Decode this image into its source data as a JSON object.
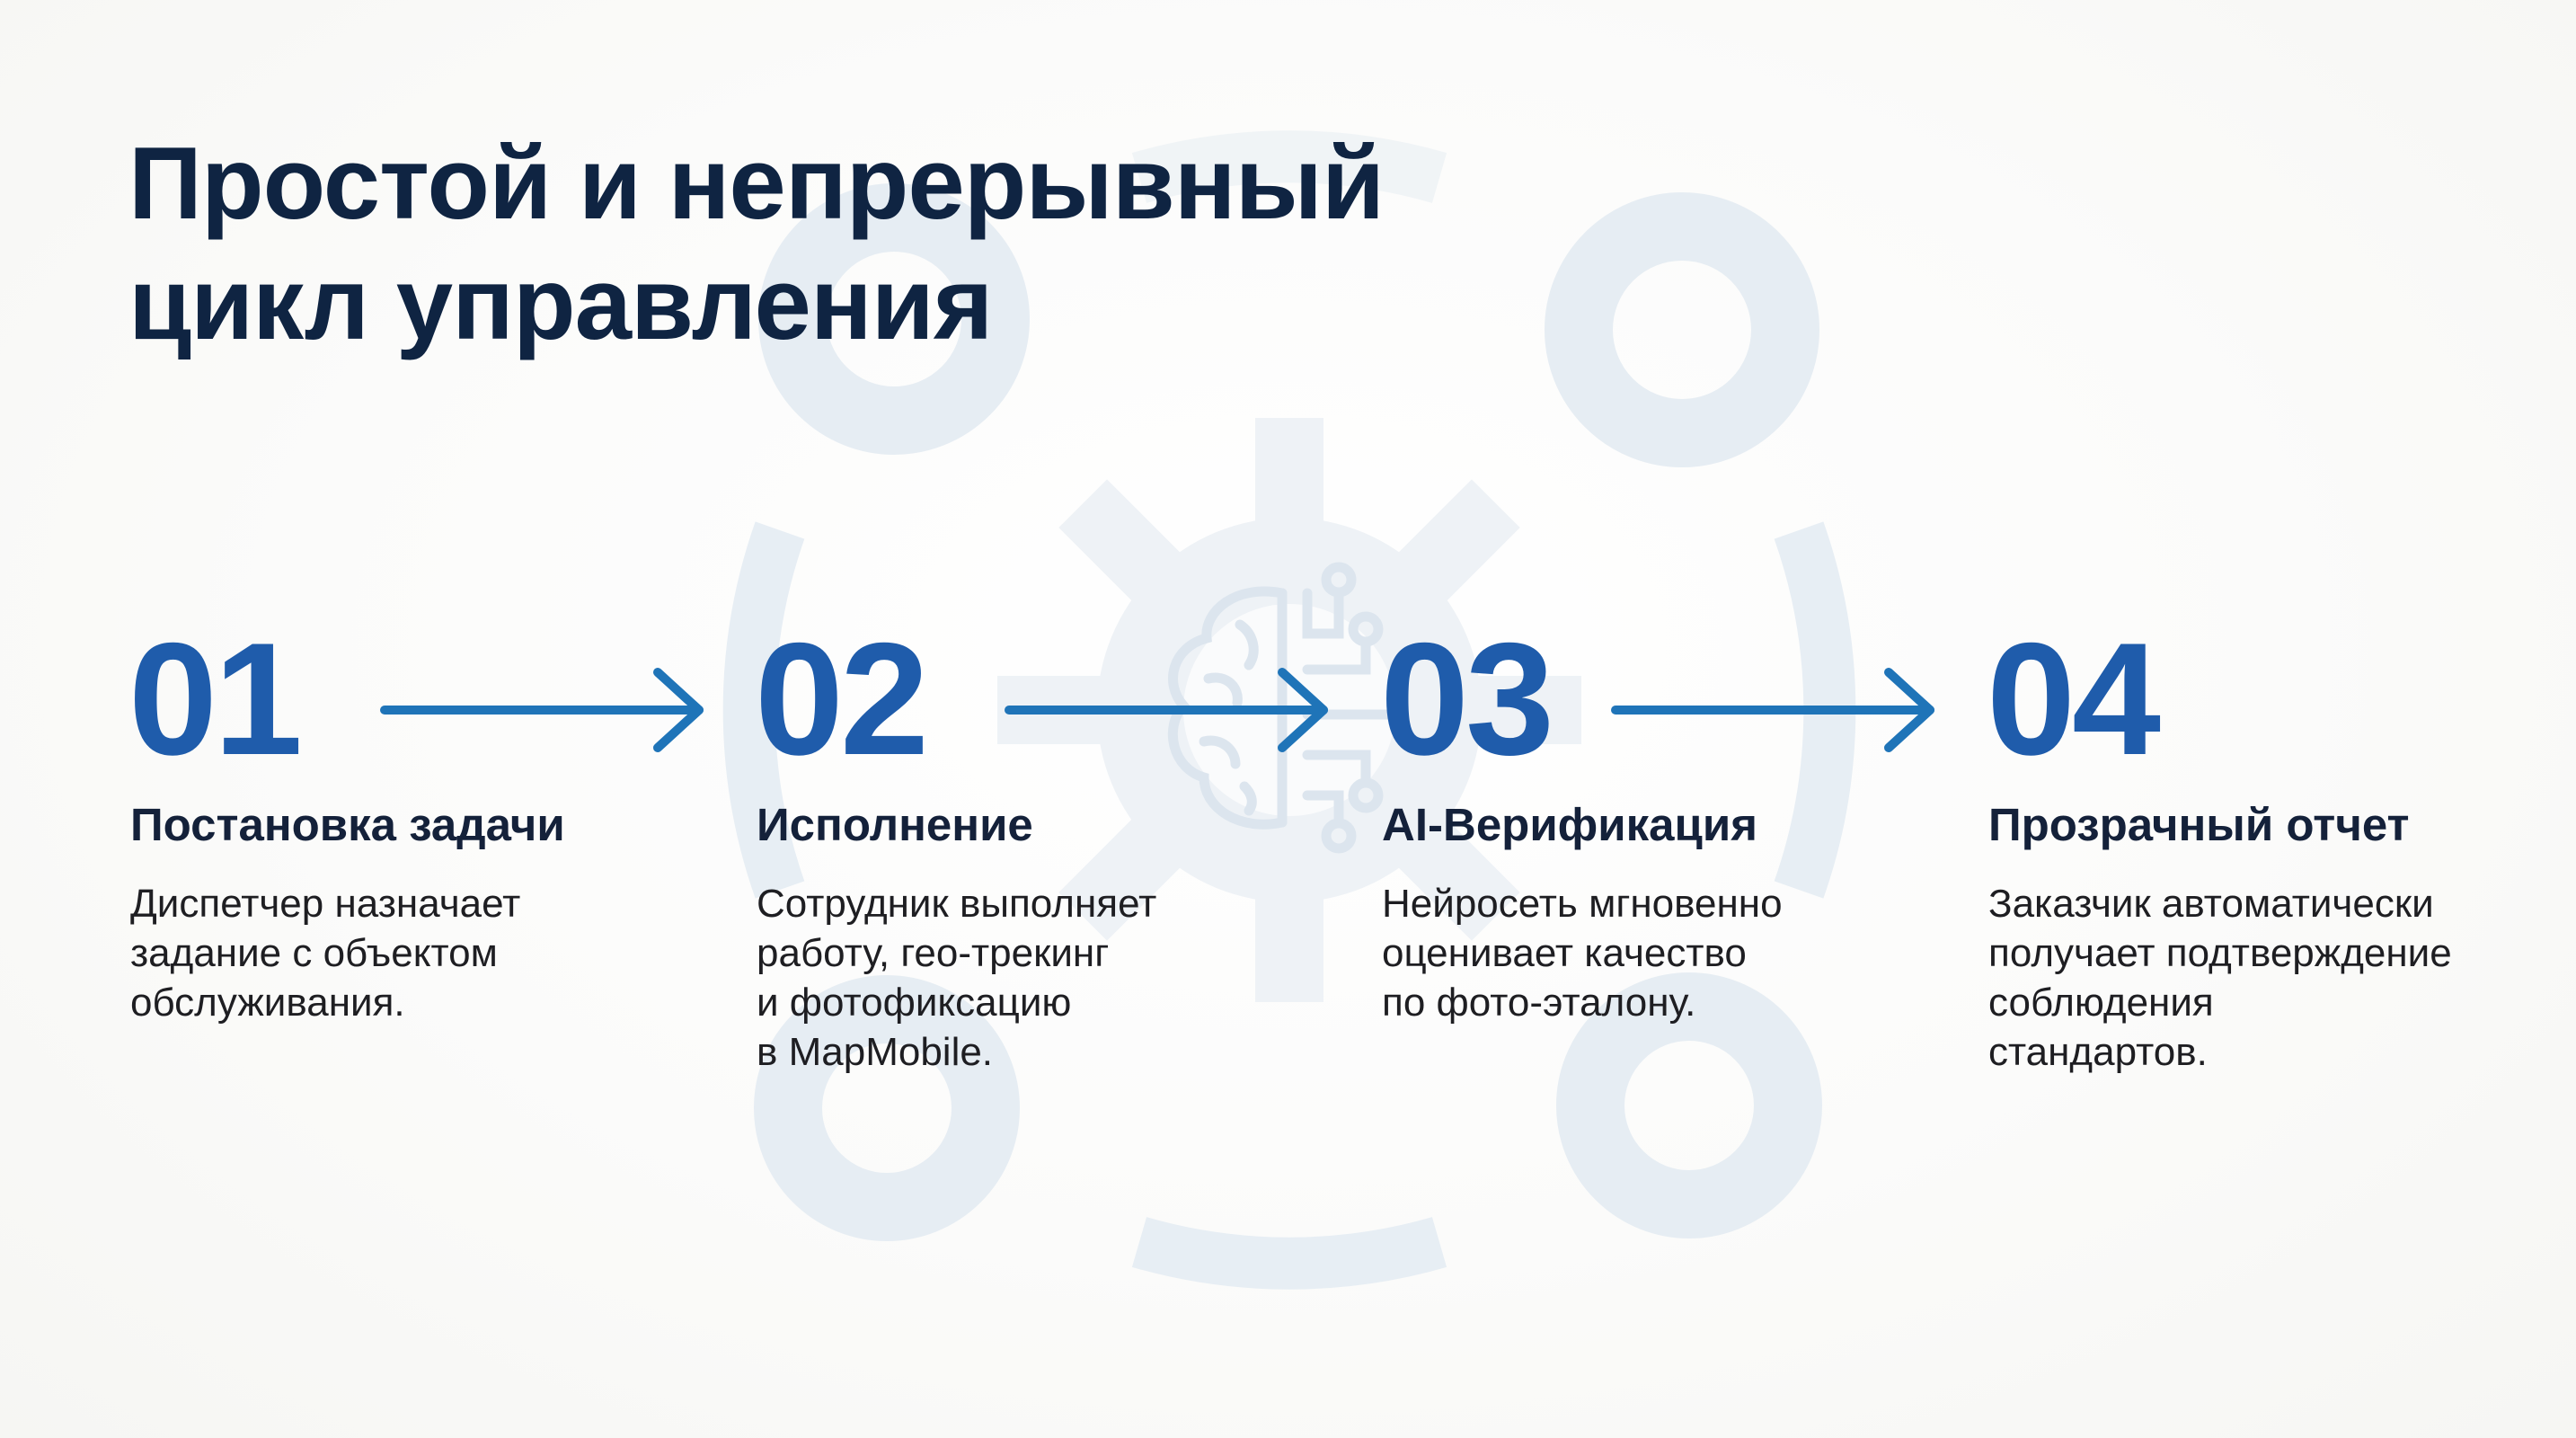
{
  "slide": {
    "title_lines": [
      "Простой и непрерывный",
      "цикл управления"
    ],
    "colors": {
      "title": "#0F2442",
      "step_number": "#1F5CAB",
      "arrow": "#1F74B8",
      "step_title": "#14213A",
      "step_text": "#1E1E22",
      "background": "#FAFAF8",
      "decor": "#E7EEF4"
    },
    "background_icons": [
      "gear-icon",
      "brain-circuit-icon",
      "ring-icon",
      "ring-icon",
      "ring-icon",
      "ring-icon",
      "cycle-ring-icon"
    ],
    "steps": [
      {
        "number": "01",
        "title": "Постановка задачи",
        "description_lines": [
          "Диспетчер назначает",
          "задание с объектом",
          "обслуживания."
        ]
      },
      {
        "number": "02",
        "title": "Исполнение",
        "description_lines": [
          "Сотрудник выполняет",
          "работу, гео-трекинг",
          "и фотофиксацию",
          "в MapMobile."
        ]
      },
      {
        "number": "03",
        "title": "AI-Верификация",
        "description_lines": [
          "Нейросеть мгновенно",
          "оценивает качество",
          "по фото-эталону."
        ]
      },
      {
        "number": "04",
        "title": "Прозрачный отчет",
        "description_lines": [
          "Заказчик автоматически",
          "получает подтверждение",
          "соблюдения",
          "стандартов."
        ]
      }
    ],
    "arrows": [
      "arrow-right-icon",
      "arrow-right-icon",
      "arrow-right-icon"
    ]
  }
}
